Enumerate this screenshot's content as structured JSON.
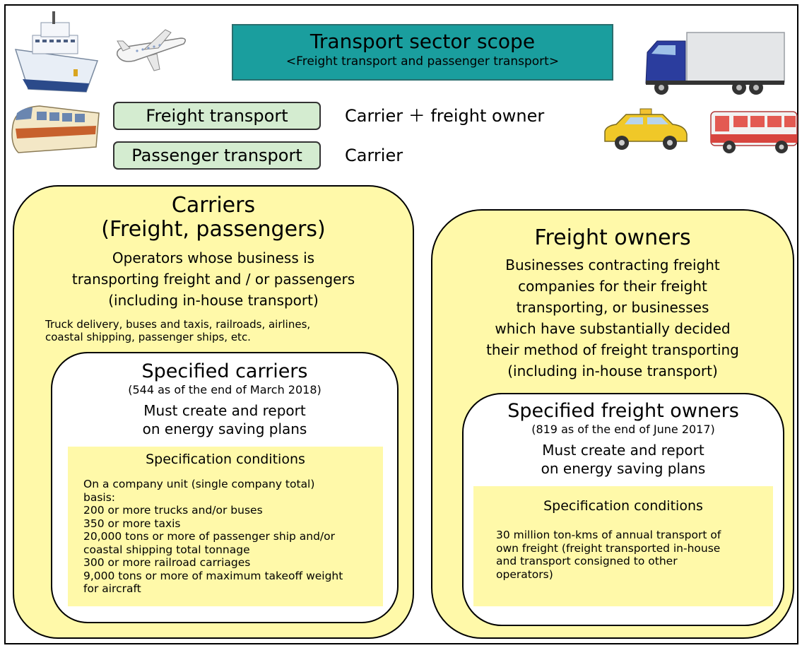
{
  "title": {
    "main": "Transport sector scope",
    "sub": "<Freight transport and passenger transport>"
  },
  "rows": [
    {
      "pill": "Freight transport",
      "text": "Carrier ＋ freight owner"
    },
    {
      "pill": "Passenger transport",
      "text": "Carrier"
    }
  ],
  "carriers": {
    "heading_1": "Carriers",
    "heading_2": "(Freight, passengers)",
    "desc_lines": [
      "Operators whose business is",
      "transporting freight and / or passengers",
      "(including in-house transport)"
    ],
    "examples_lines": [
      "Truck delivery, buses and taxis, railroads, airlines,",
      "coastal shipping, passenger ships, etc."
    ],
    "specified": {
      "heading": "Specified carriers",
      "count": "(544 as of the end of March 2018)",
      "duty_lines": [
        "Must create and report",
        "on energy saving plans"
      ],
      "conditions_title": "Specification conditions",
      "conditions_lines": [
        "On a company unit (single company total)",
        "basis:",
        "200 or more trucks and/or buses",
        "350 or more taxis",
        "20,000 tons or more of passenger ship and/or",
        "coastal shipping total tonnage",
        "300 or more railroad carriages",
        "9,000 tons or more of maximum takeoff weight",
        "for aircraft"
      ]
    }
  },
  "owners": {
    "heading": "Freight owners",
    "desc_lines": [
      "Businesses contracting freight",
      "companies for their freight",
      "transporting, or businesses",
      "which have substantially decided",
      "their method of freight transporting",
      "(including in-house transport)"
    ],
    "specified": {
      "heading": "Specified freight owners",
      "count": "(819 as of the end of June 2017)",
      "duty_lines": [
        "Must create and report",
        "on energy saving plans"
      ],
      "conditions_title": "Specification conditions",
      "conditions_lines": [
        "30 million ton-kms of annual transport of",
        "own freight (freight transported in-house",
        "and transport consigned to other",
        "operators)"
      ]
    }
  },
  "icons": [
    "ship-icon",
    "airplane-icon",
    "train-icon",
    "truck-icon",
    "taxi-icon",
    "bus-icon"
  ]
}
